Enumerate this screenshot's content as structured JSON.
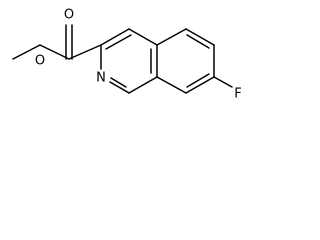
{
  "structure": {
    "atoms": {
      "carbonyl_oxygen": "O",
      "ester_oxygen": "O",
      "ring_nitrogen": "N",
      "fluorine": "F"
    }
  }
}
